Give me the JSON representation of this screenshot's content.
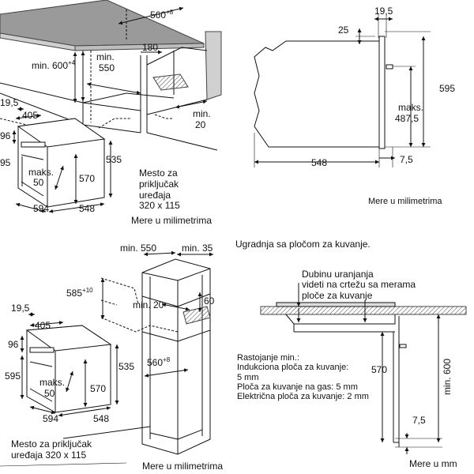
{
  "q1": {
    "dims": {
      "d560": "560",
      "sup8": "+8",
      "min": "min.",
      "v550": "550",
      "min600": "min. 600",
      "sup4": "+4",
      "v180": "180",
      "minb": "min.",
      "v20": "20",
      "v195": "19,5",
      "v405": "405",
      "v96": "96",
      "v95": "95",
      "maks": "maks.",
      "v50": "50",
      "v570": "570",
      "v535": "535",
      "v594": "594",
      "v548": "548"
    },
    "note": [
      "Mesto za",
      "priključak",
      "uređaja",
      "320 x 115"
    ],
    "units": "Mere u milimetrima"
  },
  "q2": {
    "dims": {
      "v195": "19,5",
      "v25": "25",
      "v595": "595",
      "maks": "maks.",
      "v4875": "487,5",
      "v548": "548",
      "v75": "7,5"
    },
    "units": "Mere u milimetrima"
  },
  "q3": {
    "dims": {
      "min550": "min. 550",
      "min35": "min. 35",
      "v585": "585",
      "sup10": "+10",
      "min20": "min. 20",
      "v60": "60",
      "v560": "560",
      "sup8": "+8",
      "v195": "19,5",
      "v405": "405",
      "v96": "96",
      "v595": "595",
      "maks": "maks.",
      "v50": "50",
      "v570": "570",
      "v535": "535",
      "v594": "594",
      "v548": "548"
    },
    "note": [
      "Mesto za priključak",
      "uređaja 320 x 115"
    ],
    "units": "Mere u milimetrima"
  },
  "q4": {
    "title": "Ugradnja sa pločom za kuvanje.",
    "depth_note": [
      "Dubinu uranjanja",
      "videti na crtežu sa merama",
      "ploče za kuvanje"
    ],
    "spacing": [
      "Rastojanje min.:",
      "Indukciona ploča za kuvanje:",
      "5 mm",
      "Ploča za kuvanje na gas: 5 mm",
      "Električna ploča za kuvanje: 2 mm"
    ],
    "dims": {
      "v570": "570",
      "min600": "min. 600",
      "v75": "7,5"
    },
    "units": "Mere u mm"
  }
}
